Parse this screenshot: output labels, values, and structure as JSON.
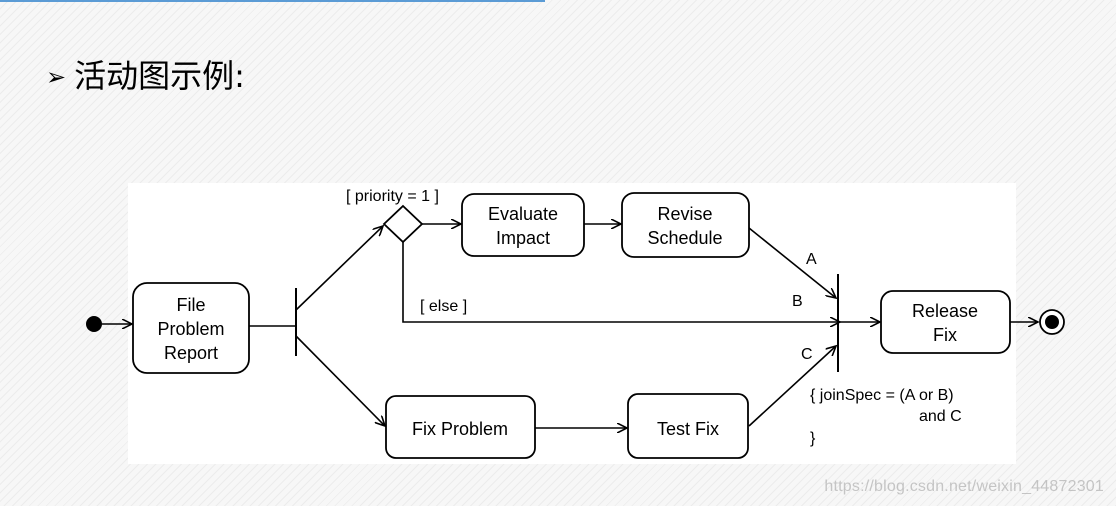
{
  "slide": {
    "bullet_symbol": "➢",
    "title": "活动图示例:"
  },
  "diagram": {
    "guards": {
      "priority": "[ priority = 1 ]",
      "else": "[ else ]"
    },
    "activities": {
      "file_problem_report": [
        "File",
        "Problem",
        "Report"
      ],
      "evaluate_impact": [
        "Evaluate",
        "Impact"
      ],
      "revise_schedule": [
        "Revise",
        "Schedule"
      ],
      "fix_problem": [
        "Fix Problem"
      ],
      "test_fix": [
        "Test Fix"
      ],
      "release_fix": [
        "Release",
        "Fix"
      ]
    },
    "edge_labels": {
      "a": "A",
      "b": "B",
      "c": "C"
    },
    "join_spec": [
      "{ joinSpec  = (A or B)",
      "and C",
      "}"
    ],
    "colors": {
      "line": "#000000",
      "background": "#ffffff",
      "accent_rule": "#5b9bd5"
    }
  },
  "watermark": "https://blog.csdn.net/weixin_44872301"
}
